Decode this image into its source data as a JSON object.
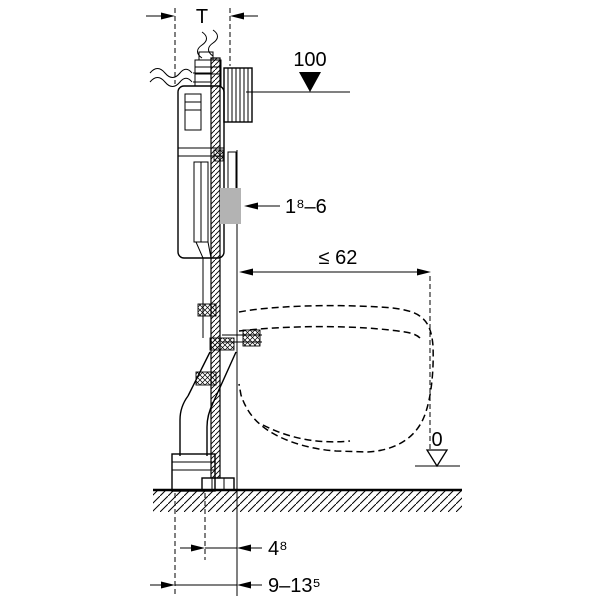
{
  "diagram": {
    "kind": "wall-hung-toilet-frame-installation-drawing",
    "labels": {
      "frame_depth": "T",
      "height_marker": "100",
      "cladding_range": "1⁸–6",
      "max_depth": "≤ 62",
      "zero_level": "0",
      "offset_48": "4⁸",
      "outlet_range": "9–13⁵"
    },
    "colors": {
      "line": "#000000",
      "spacer": "#b3b3b3",
      "background": "#ffffff"
    }
  }
}
